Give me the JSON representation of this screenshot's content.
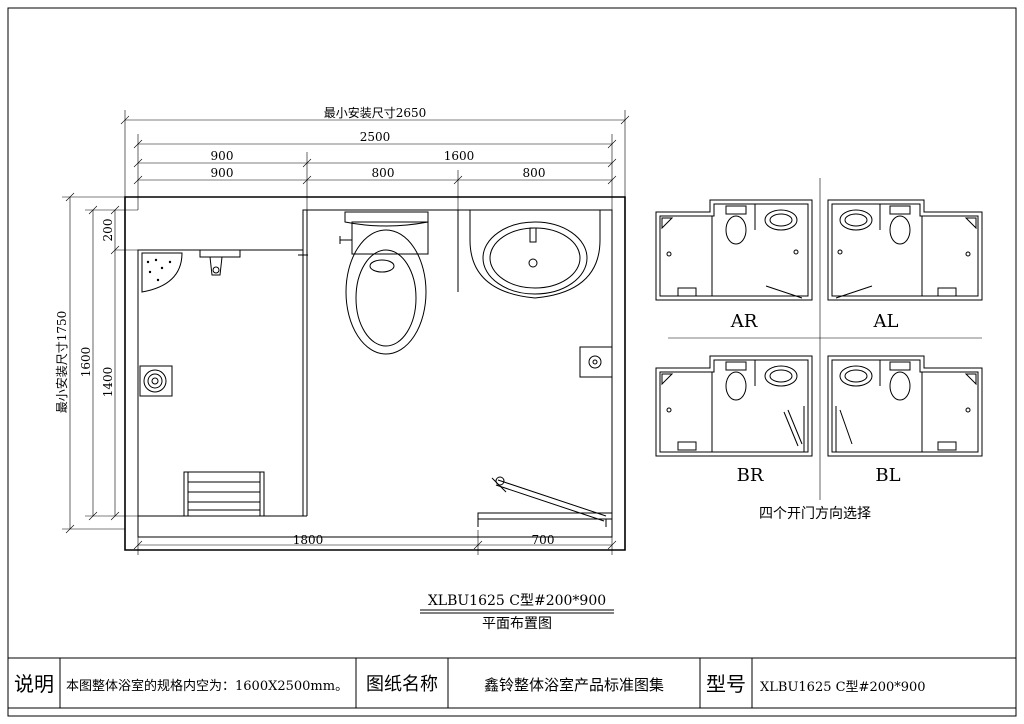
{
  "plan": {
    "dim_min_install_width": "最小安装尺寸2650",
    "dim_total": "2500",
    "dim_left_900_a": "900",
    "dim_right_1600": "1600",
    "dim_left_900_b": "900",
    "dim_mid_800": "800",
    "dim_right_800": "800",
    "dim_min_install_height": "最小安装尺寸1750",
    "dim_1600": "1600",
    "dim_1400": "1400",
    "dim_200": "200",
    "dim_bottom_1800": "1800",
    "dim_bottom_700": "700"
  },
  "variants": {
    "ar": "AR",
    "al": "AL",
    "br": "BR",
    "bl": "BL",
    "caption": "四个开门方向选择"
  },
  "drawing_title": {
    "model": "XLBU1625 C型#200*900",
    "subtitle": "平面布置图"
  },
  "title_block": {
    "desc_label": "说明",
    "desc_text": "本图整体浴室的规格内空为：1600X2500mm。",
    "name_label": "图纸名称",
    "name_value": "鑫铃整体浴室产品标准图集",
    "model_label": "型号",
    "model_value": "XLBU1625 C型#200*900"
  }
}
